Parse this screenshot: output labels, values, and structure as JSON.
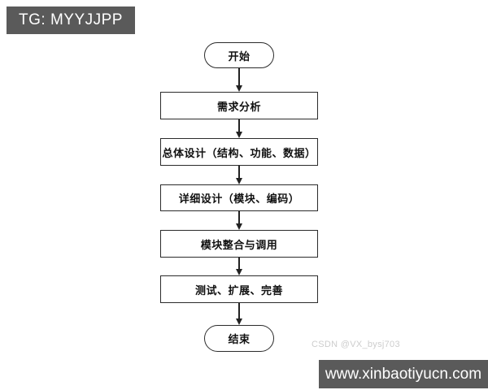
{
  "badge": {
    "label": "TG: MYYJJPP"
  },
  "flowchart": {
    "nodes": [
      {
        "id": "start",
        "type": "terminator",
        "label": "开始"
      },
      {
        "id": "requirements",
        "type": "process",
        "label": "需求分析"
      },
      {
        "id": "overall-design",
        "type": "process",
        "label": "总体设计（结构、功能、数据）"
      },
      {
        "id": "detailed-design",
        "type": "process",
        "label": "详细设计（模块、编码）"
      },
      {
        "id": "module-integration",
        "type": "process",
        "label": "模块整合与调用"
      },
      {
        "id": "testing",
        "type": "process",
        "label": "测试、扩展、完善"
      },
      {
        "id": "end",
        "type": "terminator",
        "label": "结束"
      }
    ],
    "connector_style": "solid-down-arrow"
  },
  "watermark": {
    "text": "CSDN @VX_bysj703"
  },
  "footer": {
    "url": "www.xinbaotiyucn.com"
  },
  "colors": {
    "badge_bg": "#5a5a5a",
    "footer_bg": "#5a5a5a",
    "node_border": "#2b2b2b",
    "arrow": "#222222",
    "watermark_text": "#cdcdcd",
    "background": "#ffffff"
  }
}
